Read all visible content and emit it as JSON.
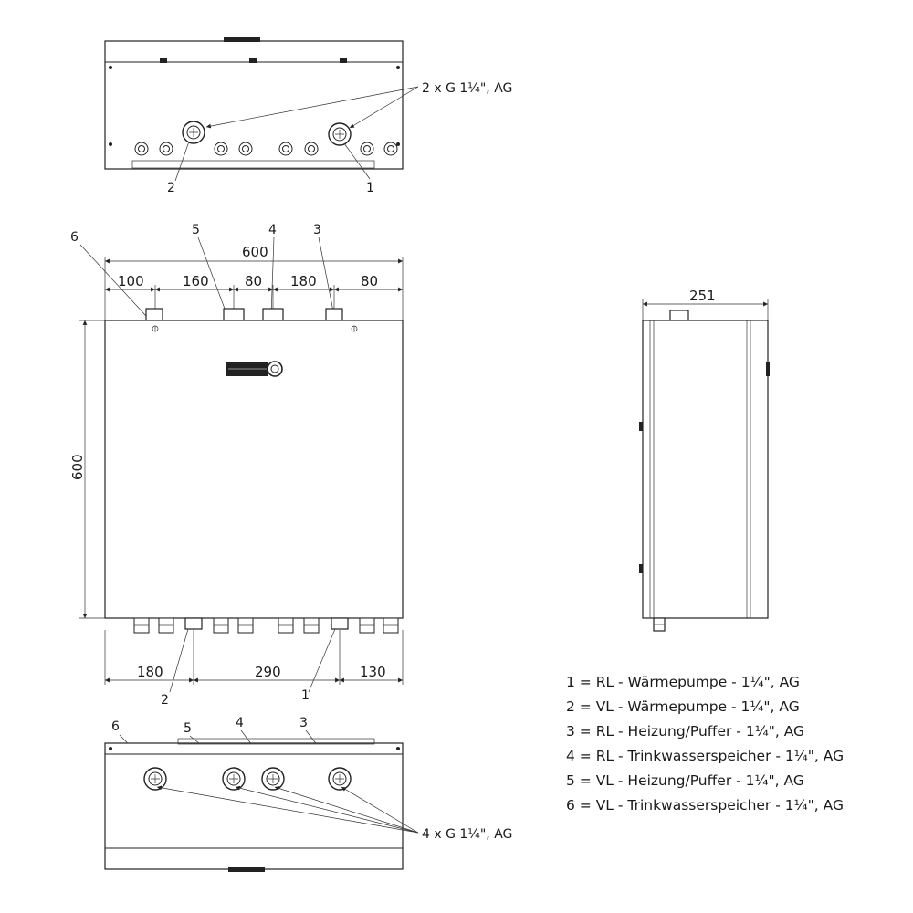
{
  "top_view": {
    "callout": "2 x G 1¼\", AG",
    "labels": [
      "2",
      "1"
    ]
  },
  "front_view": {
    "top_numbers": [
      "6",
      "5",
      "4",
      "3"
    ],
    "overall_width": "600",
    "top_segments": [
      "100",
      "160",
      "80",
      "180",
      "80"
    ],
    "height": "600",
    "bottom_segments": [
      "180",
      "290",
      "130"
    ],
    "bottom_numbers": [
      "2",
      "1"
    ]
  },
  "side_view": {
    "depth": "251"
  },
  "bottom_view": {
    "numbers": [
      "6",
      "5",
      "4",
      "3"
    ],
    "callout": "4 x G 1¼\", AG"
  },
  "legend": [
    "1 = RL - Wärmepumpe - 1¼\", AG",
    "2 = VL - Wärmepumpe - 1¼\", AG",
    "3 = RL - Heizung/Puffer - 1¼\", AG",
    "4 = RL - Trinkwasserspeicher - 1¼\", AG",
    "5 = VL - Heizung/Puffer - 1¼\", AG",
    "6 = VL - Trinkwasserspeicher - 1¼\", AG"
  ],
  "colors": {
    "line": "#222222",
    "background": "#ffffff"
  },
  "icons": [
    "logo-badge",
    "pipe-port",
    "cable-gland"
  ]
}
